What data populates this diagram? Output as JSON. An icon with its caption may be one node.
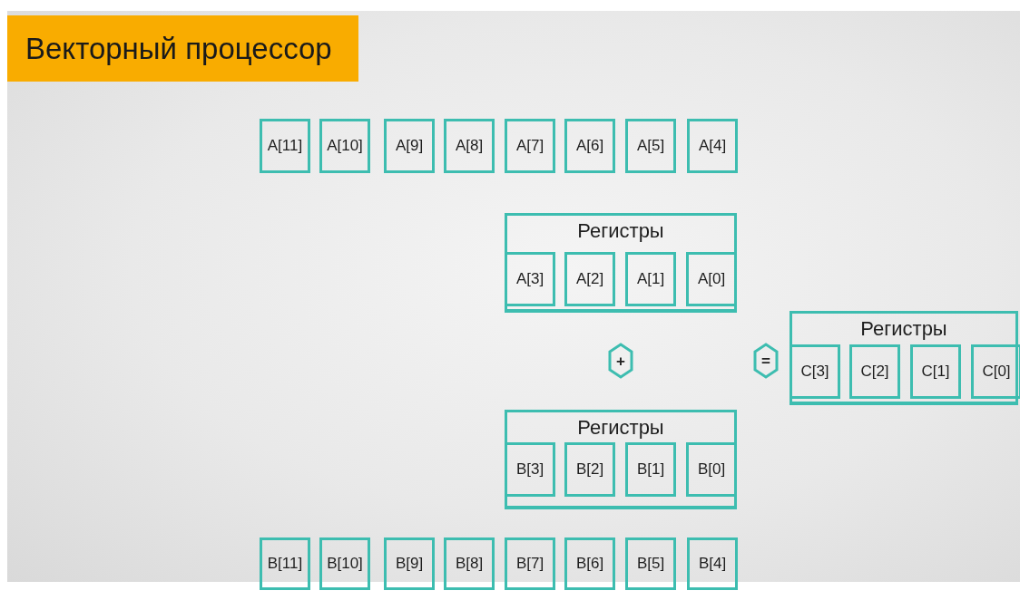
{
  "diagram": {
    "title": "Векторный процессор",
    "nodes": [
      {
        "text": [
          "A[11]"
        ]
      },
      {
        "text": [
          "A[10]"
        ]
      },
      {
        "text": [
          "A[9]"
        ]
      },
      {
        "text": [
          "A[8]"
        ]
      },
      {
        "text": [
          "A[7]"
        ]
      },
      {
        "text": [
          "A[6]"
        ]
      },
      {
        "text": [
          "A[5]"
        ]
      },
      {
        "text": [
          "A[4]"
        ]
      },
      {
        "text": [
          "Регистры"
        ]
      },
      {
        "text": [
          "A[3]"
        ],
        "in": 8
      },
      {
        "text": [
          "A[2]"
        ],
        "in": 8
      },
      {
        "text": [
          "A[1]"
        ],
        "in": 8
      },
      {
        "text": [
          "A[0]"
        ],
        "in": 8
      },
      {
        "text": [
          "+"
        ]
      },
      {
        "text": [
          "="
        ]
      },
      {
        "text": [
          "Регистры"
        ]
      },
      {
        "text": [
          "C[3]"
        ],
        "in": 15
      },
      {
        "text": [
          "C[2]"
        ],
        "in": 15
      },
      {
        "text": [
          "C[1]"
        ],
        "in": 15
      },
      {
        "text": [
          "C[0]"
        ],
        "in": 15
      },
      {
        "text": [
          "Регистры"
        ]
      },
      {
        "text": [
          "B[3]"
        ],
        "in": 20
      },
      {
        "text": [
          "B[2]"
        ],
        "in": 20
      },
      {
        "text": [
          "B[1]"
        ],
        "in": 20
      },
      {
        "text": [
          "B[0]"
        ],
        "in": 20
      },
      {
        "text": [
          "B[11]"
        ]
      },
      {
        "text": [
          "B[10]"
        ]
      },
      {
        "text": [
          "B[9]"
        ]
      },
      {
        "text": [
          "B[8]"
        ]
      },
      {
        "text": [
          "B[7]"
        ]
      },
      {
        "text": [
          "B[6]"
        ]
      },
      {
        "text": [
          "B[5]"
        ]
      },
      {
        "text": [
          "B[4]"
        ]
      }
    ]
  }
}
